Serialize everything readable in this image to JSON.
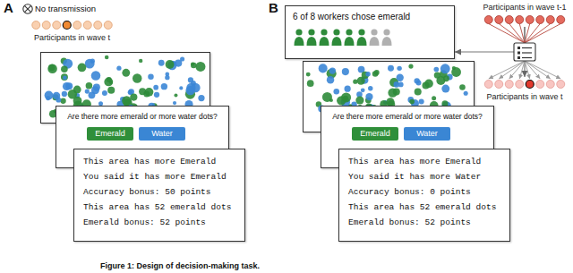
{
  "diagram": {
    "caption": "Figure 1: Design of decision-making task.",
    "nodes": [
      {
        "text": [
          "Participants in wave t"
        ]
      },
      {
        "text": [
          "Are there more emerald or more water dots?"
        ]
      },
      {
        "text": [
          "Emerald"
        ],
        "in": 1
      },
      {
        "text": [
          "Water"
        ],
        "in": 1
      },
      {
        "text": [
          "This area has more Emerald",
          "You said it has more Emerald",
          "Accuracy bonus: 50 points",
          "This area has 52 emerald dots",
          "Emerald bonus: 52 points"
        ]
      },
      {
        "text": [
          "Participants in wave t-1"
        ]
      },
      {
        "text": [
          "6 of 8 workers chose emerald"
        ]
      },
      {
        "text": [
          "Participants in wave t"
        ]
      },
      {
        "text": [
          "Are there more emerald or more water dots?"
        ]
      },
      {
        "text": [
          "Emerald"
        ],
        "in": 8
      },
      {
        "text": [
          "Water"
        ],
        "in": 8
      },
      {
        "text": [
          "This area has more Emerald",
          "You said it has more Water",
          "Accuracy bonus: 0 points",
          "This area has 52 emerald dots",
          "Emerald bonus: 52 points"
        ]
      }
    ],
    "edges": [
      {
        "from": 5,
        "to": 7,
        "arrow": "to"
      },
      {
        "from": 5,
        "to": 6,
        "arrow": "to"
      }
    ],
    "labels": [
      "A",
      "No transmission",
      "B"
    ]
  }
}
